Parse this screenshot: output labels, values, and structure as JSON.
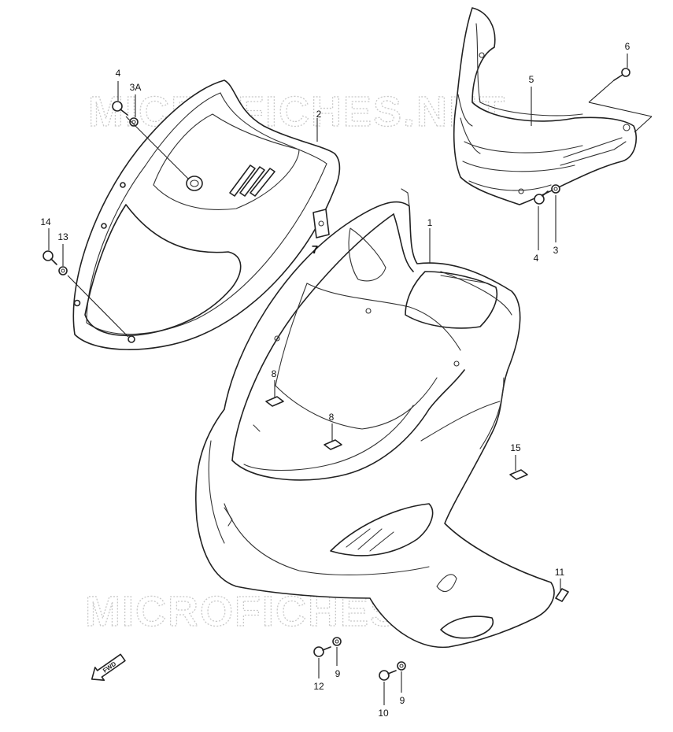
{
  "watermark": "MICROFICHES.NET",
  "fwd_label": "FWD",
  "callouts": {
    "c1": "1",
    "c2": "2",
    "c3a": "3A",
    "c3": "3",
    "c4a": "4",
    "c4b": "4",
    "c5": "5",
    "c6": "6",
    "c7": "7",
    "c8a": "8",
    "c8b": "8",
    "c9a": "9",
    "c9b": "9",
    "c10": "10",
    "c11": "11",
    "c12": "12",
    "c13": "13",
    "c14": "14",
    "c15": "15"
  }
}
